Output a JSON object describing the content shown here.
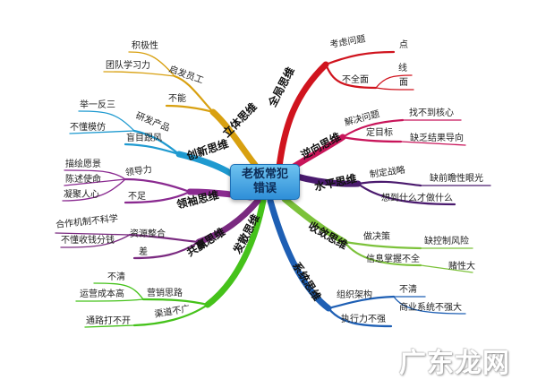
{
  "center": "老板常犯错误",
  "watermark": "广东龙网",
  "branches": [
    {
      "title": "全局思维",
      "color": "#d0141e",
      "children": [
        {
          "label": "考虑问题",
          "children": [
            {
              "label": "点"
            }
          ]
        },
        {
          "label": "不全面",
          "children": [
            {
              "label": "线"
            },
            {
              "label": "面"
            }
          ]
        }
      ]
    },
    {
      "title": "逆向思维",
      "color": "#c8155a",
      "children": [
        {
          "label": "解决问题",
          "children": [
            {
              "label": "找不到核心"
            }
          ]
        },
        {
          "label": "定目标",
          "children": [
            {
              "label": "缺乏结果导向"
            }
          ]
        }
      ]
    },
    {
      "title": "水平思维",
      "color": "#4a1a6e",
      "children": [
        {
          "label": "制定战略",
          "children": [
            {
              "label": "缺前瞻性眼光"
            }
          ]
        },
        {
          "label": "想到什么才做什么",
          "children": []
        }
      ]
    },
    {
      "title": "收敛思维",
      "color": "#7cc23a",
      "children": [
        {
          "label": "做决策",
          "children": [
            {
              "label": "缺控制风险"
            }
          ]
        },
        {
          "label": "信息掌握不全",
          "children": [
            {
              "label": "赌性大"
            }
          ]
        }
      ]
    },
    {
      "title": "系统思维",
      "color": "#1e5fb4",
      "children": [
        {
          "label": "组织架构",
          "children": [
            {
              "label": "不清"
            },
            {
              "label": "商业系统不强大"
            }
          ]
        },
        {
          "label": "执行力不强",
          "children": []
        }
      ]
    },
    {
      "title": "发散思维",
      "color": "#45c21a",
      "children": [
        {
          "label": "营销思路",
          "children": [
            {
              "label": "不清"
            },
            {
              "label": "运营成本高"
            }
          ]
        },
        {
          "label": "渠道不广",
          "children": [
            {
              "label": "通路打不开"
            }
          ]
        }
      ]
    },
    {
      "title": "共赢思维",
      "color": "#7a2a80",
      "children": [
        {
          "label": "资源整合",
          "children": [
            {
              "label": "合作机制不科学"
            },
            {
              "label": "不懂收钱分钱"
            }
          ]
        },
        {
          "label": "差",
          "children": []
        }
      ]
    },
    {
      "title": "领袖思维",
      "color": "#8a2a90",
      "children": [
        {
          "label": "领导力",
          "children": [
            {
              "label": "描绘愿景"
            },
            {
              "label": "陈述使命"
            },
            {
              "label": "凝聚人心"
            }
          ]
        },
        {
          "label": "不足",
          "children": []
        }
      ]
    },
    {
      "title": "创新思维",
      "color": "#1f9ad0",
      "children": [
        {
          "label": "研发产品",
          "children": [
            {
              "label": "举一反三"
            },
            {
              "label": "不懂模仿"
            }
          ]
        },
        {
          "label": "盲目跟风",
          "children": []
        }
      ]
    },
    {
      "title": "立体思维",
      "color": "#d8a010",
      "children": [
        {
          "label": "启发员工",
          "children": [
            {
              "label": "积极性"
            },
            {
              "label": "团队学习力"
            }
          ]
        },
        {
          "label": "不能",
          "children": []
        }
      ]
    }
  ]
}
